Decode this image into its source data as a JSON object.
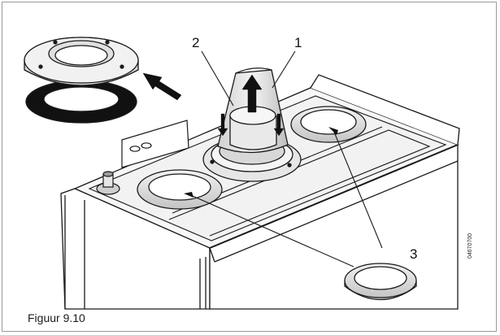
{
  "figure": {
    "caption": "Figuur 9.10",
    "doc_id": "04670700",
    "callouts": [
      "1",
      "2",
      "3"
    ]
  },
  "colors": {
    "line": "#1a1a1a",
    "panel_fill": "#ffffff",
    "shade_light": "#e6e6e6",
    "shade_mid": "#cfcfcf",
    "shade_dark": "#9c9c9c",
    "gasket": "#111111"
  },
  "icons": [
    "arrow-icon",
    "flue-adapter",
    "sealing-ring",
    "gasket",
    "cover-plate",
    "air-inlet-ring",
    "valve-nipple"
  ]
}
